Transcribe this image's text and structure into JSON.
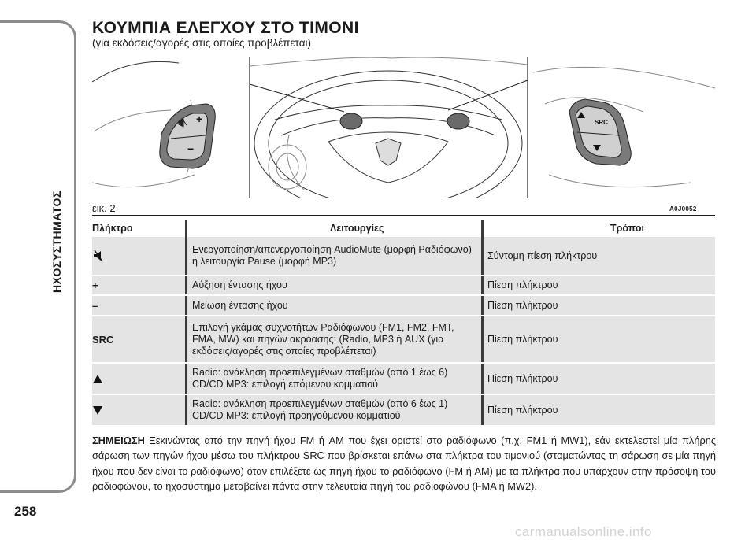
{
  "sidebar_label": "ΗΧΟΣΥΣΤΗΜΑΤΟΣ",
  "title": "ΚΟΥΜΠΙΑ ΕΛΕΓΧΟΥ ΣΤΟ ΤΙΜΟΝΙ",
  "subtitle": "(για εκδόσεις/αγορές στις οποίες προβλέπεται)",
  "figure": {
    "caption": "εικ. 2",
    "code": "A0J0052",
    "left_panel_labels": [
      "+",
      "−"
    ],
    "right_panel_label": "SRC"
  },
  "table": {
    "headers": [
      "Πλήκτρο",
      "Λειτουργίες",
      "Τρόποι"
    ],
    "rows": [
      {
        "key": "",
        "key_icon": "mute-icon",
        "function": "Ενεργοποίηση/απενεργοποίηση AudioMute (μορφή Ραδιόφωνο) ή λειτουργία Pause (μορφή MP3)",
        "mode": "Σύντομη πίεση πλήκτρου"
      },
      {
        "key": "+",
        "key_icon": "",
        "function": "Αύξηση έντασης ήχου",
        "mode": "Πίεση πλήκτρου"
      },
      {
        "key": "–",
        "key_icon": "",
        "function": "Μείωση έντασης ήχου",
        "mode": "Πίεση πλήκτρου"
      },
      {
        "key": "SRC",
        "key_icon": "",
        "function": "Επιλογή γκάμας συχνοτήτων Ραδιόφωνου (FM1, FM2, FMT, FMA, MW) και πηγών ακρόασης: (Radio, MP3 ή AUX (για εκδόσεις/αγορές στις οποίες προβλέπεται)",
        "mode": "Πίεση πλήκτρου"
      },
      {
        "key": "",
        "key_icon": "triangle-up-icon",
        "function": "Radio: ανάκληση προεπιλεγμένων σταθμών (από 1 έως 6) CD/CD MP3: επιλογή επόμενου κομματιού",
        "mode": "Πίεση πλήκτρου"
      },
      {
        "key": "",
        "key_icon": "triangle-down-icon",
        "function": "Radio: ανάκληση προεπιλεγμένων σταθμών (από 6 έως 1) CD/CD MP3: επιλογή προηγούμενου κομματιού",
        "mode": "Πίεση πλήκτρου"
      }
    ]
  },
  "note": {
    "label": "ΣΗΜΕΙΩΣΗ",
    "text": "Ξεκινώντας από την πηγή ήχου FM ή AM που έχει οριστεί στο ραδιόφωνο (π.χ. FM1 ή MW1), εάν εκτελεστεί μία πλήρης σάρωση των πηγών ήχου μέσω του πλήκτρου SRC που βρίσκεται επάνω στα πλήκτρα του τιμονιού (σταματώντας τη σάρωση σε μία πηγή ήχου που δεν είναι το ραδιόφωνο) όταν επιλέξετε ως πηγή ήχου το ραδιόφωνο (FM ή AM) με τα πλήκτρα που υπάρχουν στην πρόσοψη του ραδιοφώνου, το ηχοσύστημα μεταβαίνει πάντα στην τελευταία πηγή του ραδιοφώνου (FMA ή MW2)."
  },
  "page_number": "258",
  "watermark": "carmanualsonline.info",
  "colors": {
    "row_bg": "#e4e4e4",
    "divider": "#3a3a3a",
    "tab_border": "#8c8c8c"
  }
}
